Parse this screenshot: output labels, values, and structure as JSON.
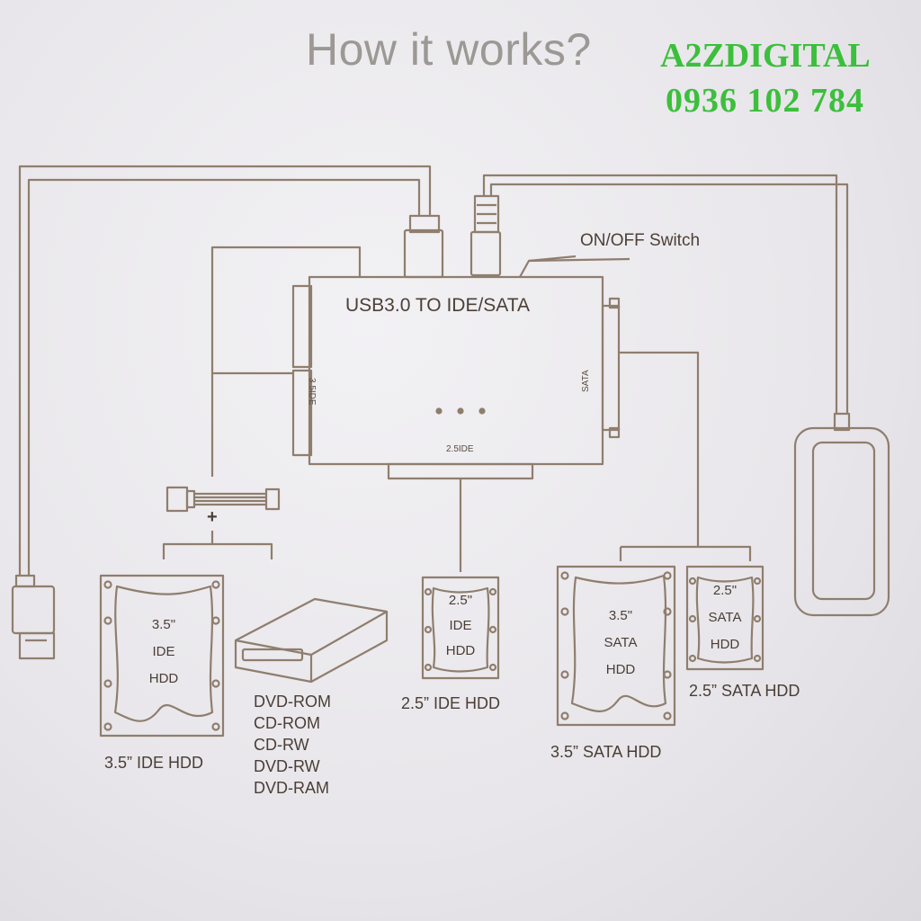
{
  "header": {
    "title": "How it works?",
    "brand": "A2ZDIGITAL",
    "phone": "0936 102 784"
  },
  "device": {
    "name": "USB3.0 TO IDE/SATA",
    "port_35ide": "3.5IDE",
    "port_sata": "SATA",
    "port_25ide": "2.5IDE",
    "switch": "ON/OFF Switch",
    "power_plus": "+"
  },
  "drives": {
    "ide35": {
      "size": "3.5\"",
      "type": "IDE",
      "kind": "HDD",
      "caption": "3.5”  IDE HDD"
    },
    "optical": {
      "items": [
        "DVD-ROM",
        "CD-ROM",
        "CD-RW",
        "DVD-RW",
        "DVD-RAM"
      ]
    },
    "ide25": {
      "size": "2.5\"",
      "type": "IDE",
      "kind": "HDD",
      "caption": "2.5”  IDE HDD"
    },
    "sata35": {
      "size": "3.5\"",
      "type": "SATA",
      "kind": "HDD",
      "caption": "3.5”  SATA HDD"
    },
    "sata25": {
      "size": "2.5\"",
      "type": "SATA",
      "kind": "HDD",
      "caption": "2.5”  SATA HDD"
    }
  },
  "colors": {
    "line": "#8f7e6e",
    "brand": "#3cbf3c",
    "ink": "#4a3e36"
  }
}
